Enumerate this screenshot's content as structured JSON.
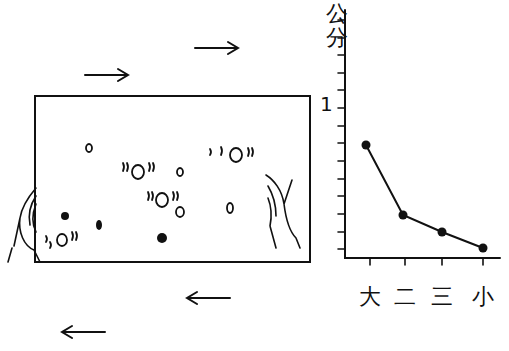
{
  "diagram": {
    "labels": [
      "公分",
      "1",
      "大",
      "二",
      "三",
      "小"
    ]
  }
}
